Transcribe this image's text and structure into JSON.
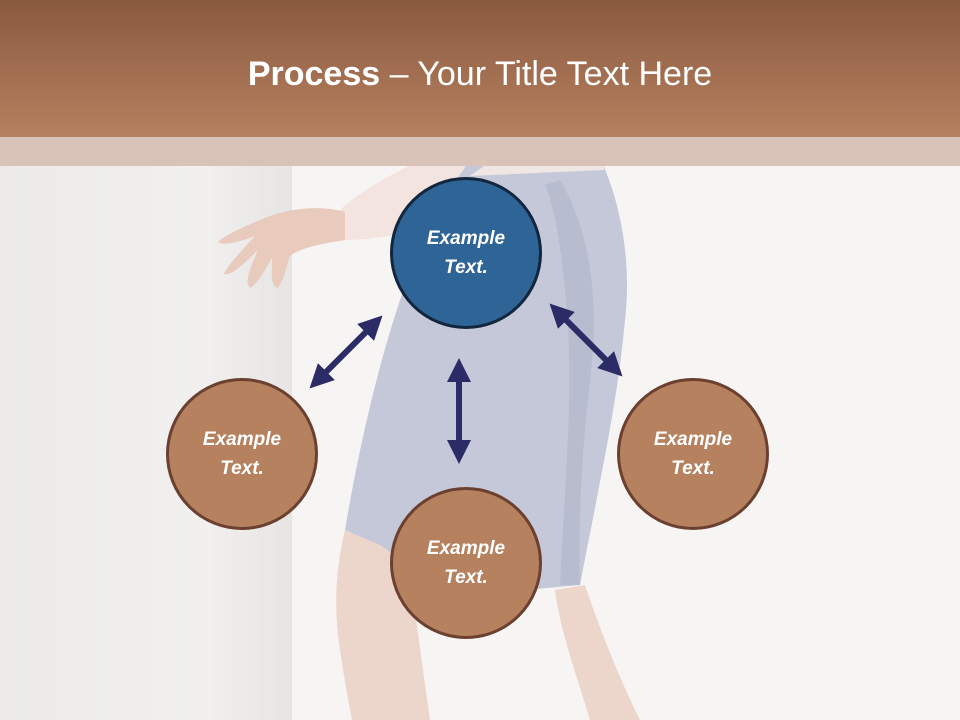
{
  "title": {
    "bold": "Process",
    "rest": " – Your Title Text Here"
  },
  "nodes": {
    "top": "Example Text.",
    "left": "Example Text.",
    "bottom": "Example Text.",
    "right": "Example Text."
  },
  "colors": {
    "header": "#a06d50",
    "node_fill": "#b5815f",
    "node_center_fill": "#2f6496",
    "arrow": "#2b2b66"
  }
}
